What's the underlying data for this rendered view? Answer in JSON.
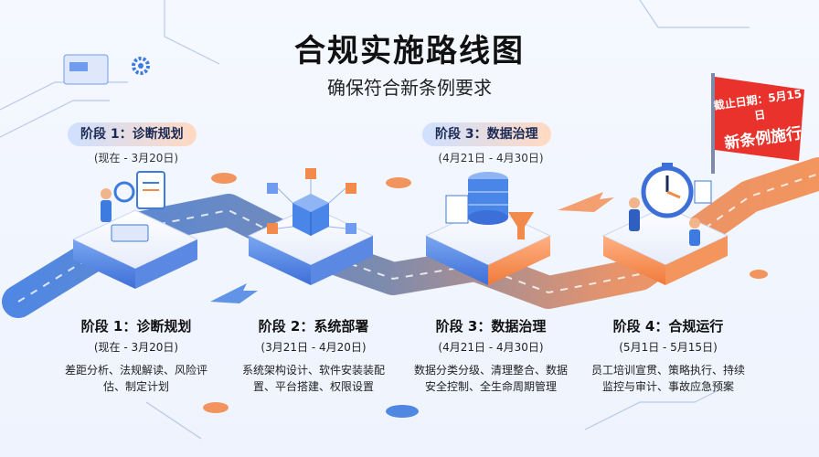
{
  "header": {
    "title": "合规实施路线图",
    "subtitle": "确保符合新条例要求"
  },
  "badges": [
    {
      "label": "阶段 1：诊断规划",
      "date": "(现在 - 3月20日)"
    },
    {
      "label": "阶段 3：数据治理",
      "date": "(4月21日 - 4月30日)"
    }
  ],
  "flag": {
    "line1": "截止日期：5月15日",
    "line2": "新条例施行",
    "color": "#e8322b"
  },
  "stages": [
    {
      "title": "阶段 1：诊断规划",
      "date": "(现在 - 3月20日)",
      "desc": "差距分析、法规解读、风险评估、制定计划"
    },
    {
      "title": "阶段 2：系统部署",
      "date": "(3月21日 - 4月20日)",
      "desc": "系统架构设计、软件安装装配置、平台搭建、权限设置"
    },
    {
      "title": "阶段 3：数据治理",
      "date": "(4月21日 - 4月30日)",
      "desc": "数据分类分级、清理整合、数据安全控制、全生命周期管理"
    },
    {
      "title": "阶段 4：合规运行",
      "date": "(5月1日 - 5月15日)",
      "desc": "员工培训宣贯、策略执行、持续监控与审计、事故应急预案"
    }
  ],
  "colors": {
    "blue": "#3d7be0",
    "orange": "#f28a4c",
    "road": "#7f8aa8"
  },
  "icons": [
    "magnifier-person-icon",
    "cube-network-icon",
    "database-funnel-icon",
    "stopwatch-team-icon",
    "gear-icon",
    "window-icon"
  ]
}
